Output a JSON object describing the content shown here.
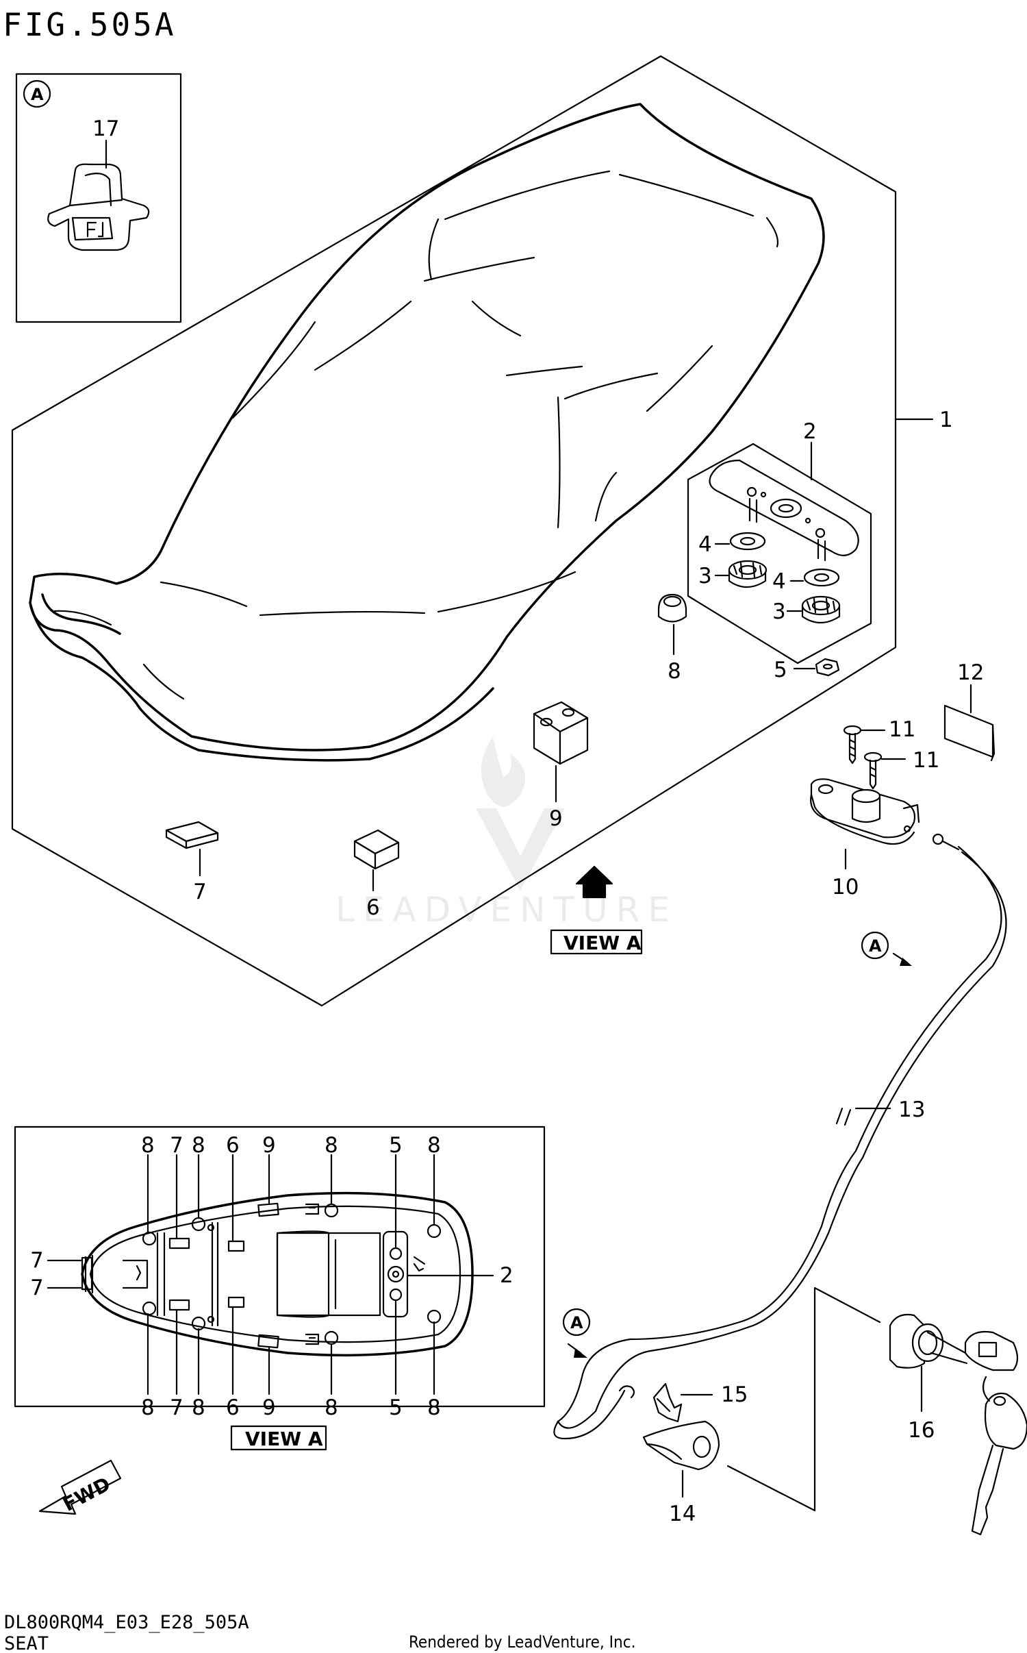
{
  "figure": {
    "title": "FIG.505A",
    "code": "DL800RQM4_E03_E28_505A",
    "name": "SEAT",
    "credit": "Rendered by LeadVenture, Inc.",
    "watermark": "LEADVENTURE"
  },
  "view_label": "VIEW A",
  "fwd_label": "FWD",
  "marker": "A",
  "parts": {
    "p1": "1",
    "p2": "2",
    "p3": "3",
    "p4": "4",
    "p5": "5",
    "p6": "6",
    "p7": "7",
    "p8": "8",
    "p9": "9",
    "p10": "10",
    "p11": "11",
    "p12": "12",
    "p13": "13",
    "p14": "14",
    "p15": "15",
    "p16": "16",
    "p17": "17"
  }
}
